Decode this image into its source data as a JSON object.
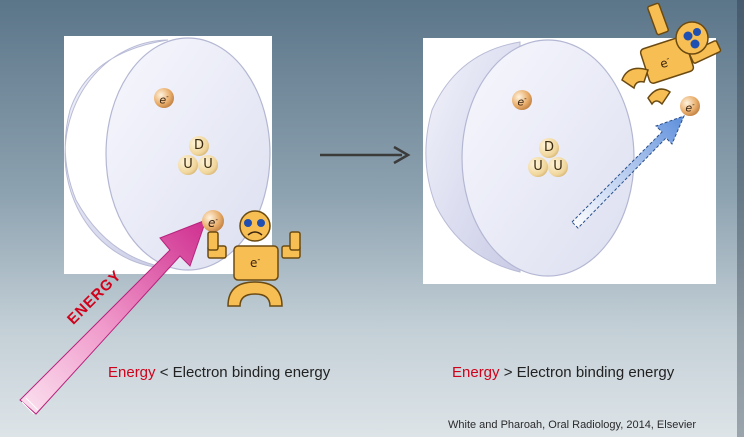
{
  "left_diagram": {
    "electron_label": "e",
    "electron_sup": "-",
    "nucleus": {
      "top": "D",
      "bottom_left": "U",
      "bottom_right": "U"
    },
    "arrow_label": "ENERGY",
    "character_label": "e",
    "character_sup": "-"
  },
  "right_diagram": {
    "electron_label": "e",
    "electron_sup": "-",
    "nucleus": {
      "top": "D",
      "bottom_left": "U",
      "bottom_right": "U"
    },
    "character_label": "e",
    "character_sup": "-"
  },
  "captions": {
    "left": {
      "keyword": "Energy",
      "rest": " < Electron binding energy"
    },
    "right": {
      "keyword": "Energy",
      "rest": " > Electron binding energy"
    }
  },
  "citation": "White and Pharoah, Oral Radiology, 2014, Elsevier",
  "colors": {
    "energy_arrow": "#d63f9a",
    "escape_arrow": "#7ea5e0",
    "character": "#f7be53",
    "keyword_red": "#d0021b"
  }
}
